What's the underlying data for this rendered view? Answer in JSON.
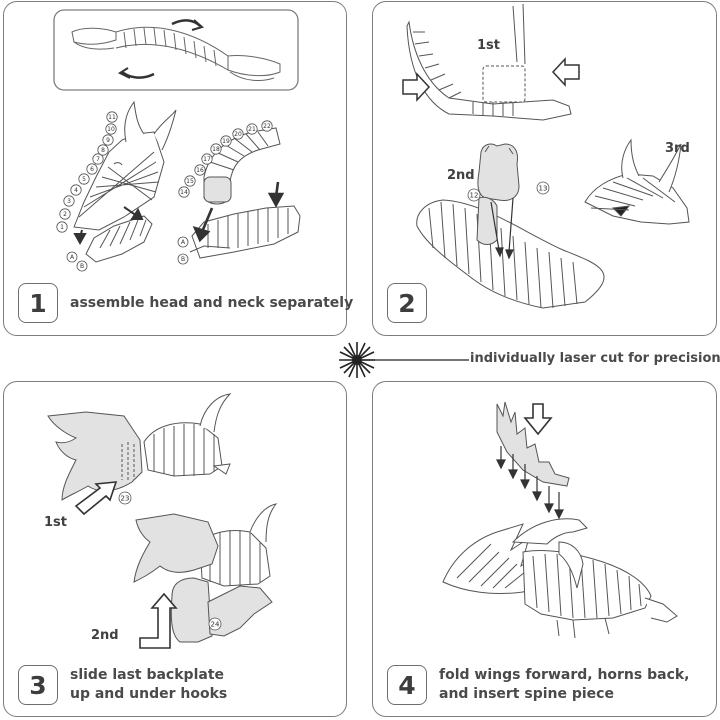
{
  "steps": [
    {
      "number": "1",
      "caption_lines": [
        "assemble head and neck separately"
      ]
    },
    {
      "number": "2",
      "caption_lines": [
        ""
      ],
      "order_labels": [
        "1st",
        "2nd",
        "3rd"
      ],
      "part_numbers": [
        "12",
        "13"
      ]
    },
    {
      "number": "3",
      "caption_lines": [
        "slide last backplate",
        "up and under hooks"
      ],
      "order_labels": [
        "1st",
        "2nd"
      ],
      "part_numbers": [
        "23",
        "24"
      ]
    },
    {
      "number": "4",
      "caption_lines": [
        "fold wings forward, horns back,",
        "and insert spine piece"
      ]
    }
  ],
  "step1_head_parts": [
    "1",
    "2",
    "3",
    "4",
    "5",
    "6",
    "7",
    "8",
    "9",
    "10",
    "11"
  ],
  "step1_neck_parts": [
    "14",
    "15",
    "16",
    "17",
    "18",
    "19",
    "20",
    "21",
    "22"
  ],
  "step1_slot_labels": [
    "A",
    "B"
  ],
  "laser_note": "individually laser cut for precision fit",
  "colors": {
    "panel_border": "#7d7d7d",
    "line_art": "#555555",
    "part_fill": "#e2e2e2",
    "text": "#4a4a4a"
  }
}
